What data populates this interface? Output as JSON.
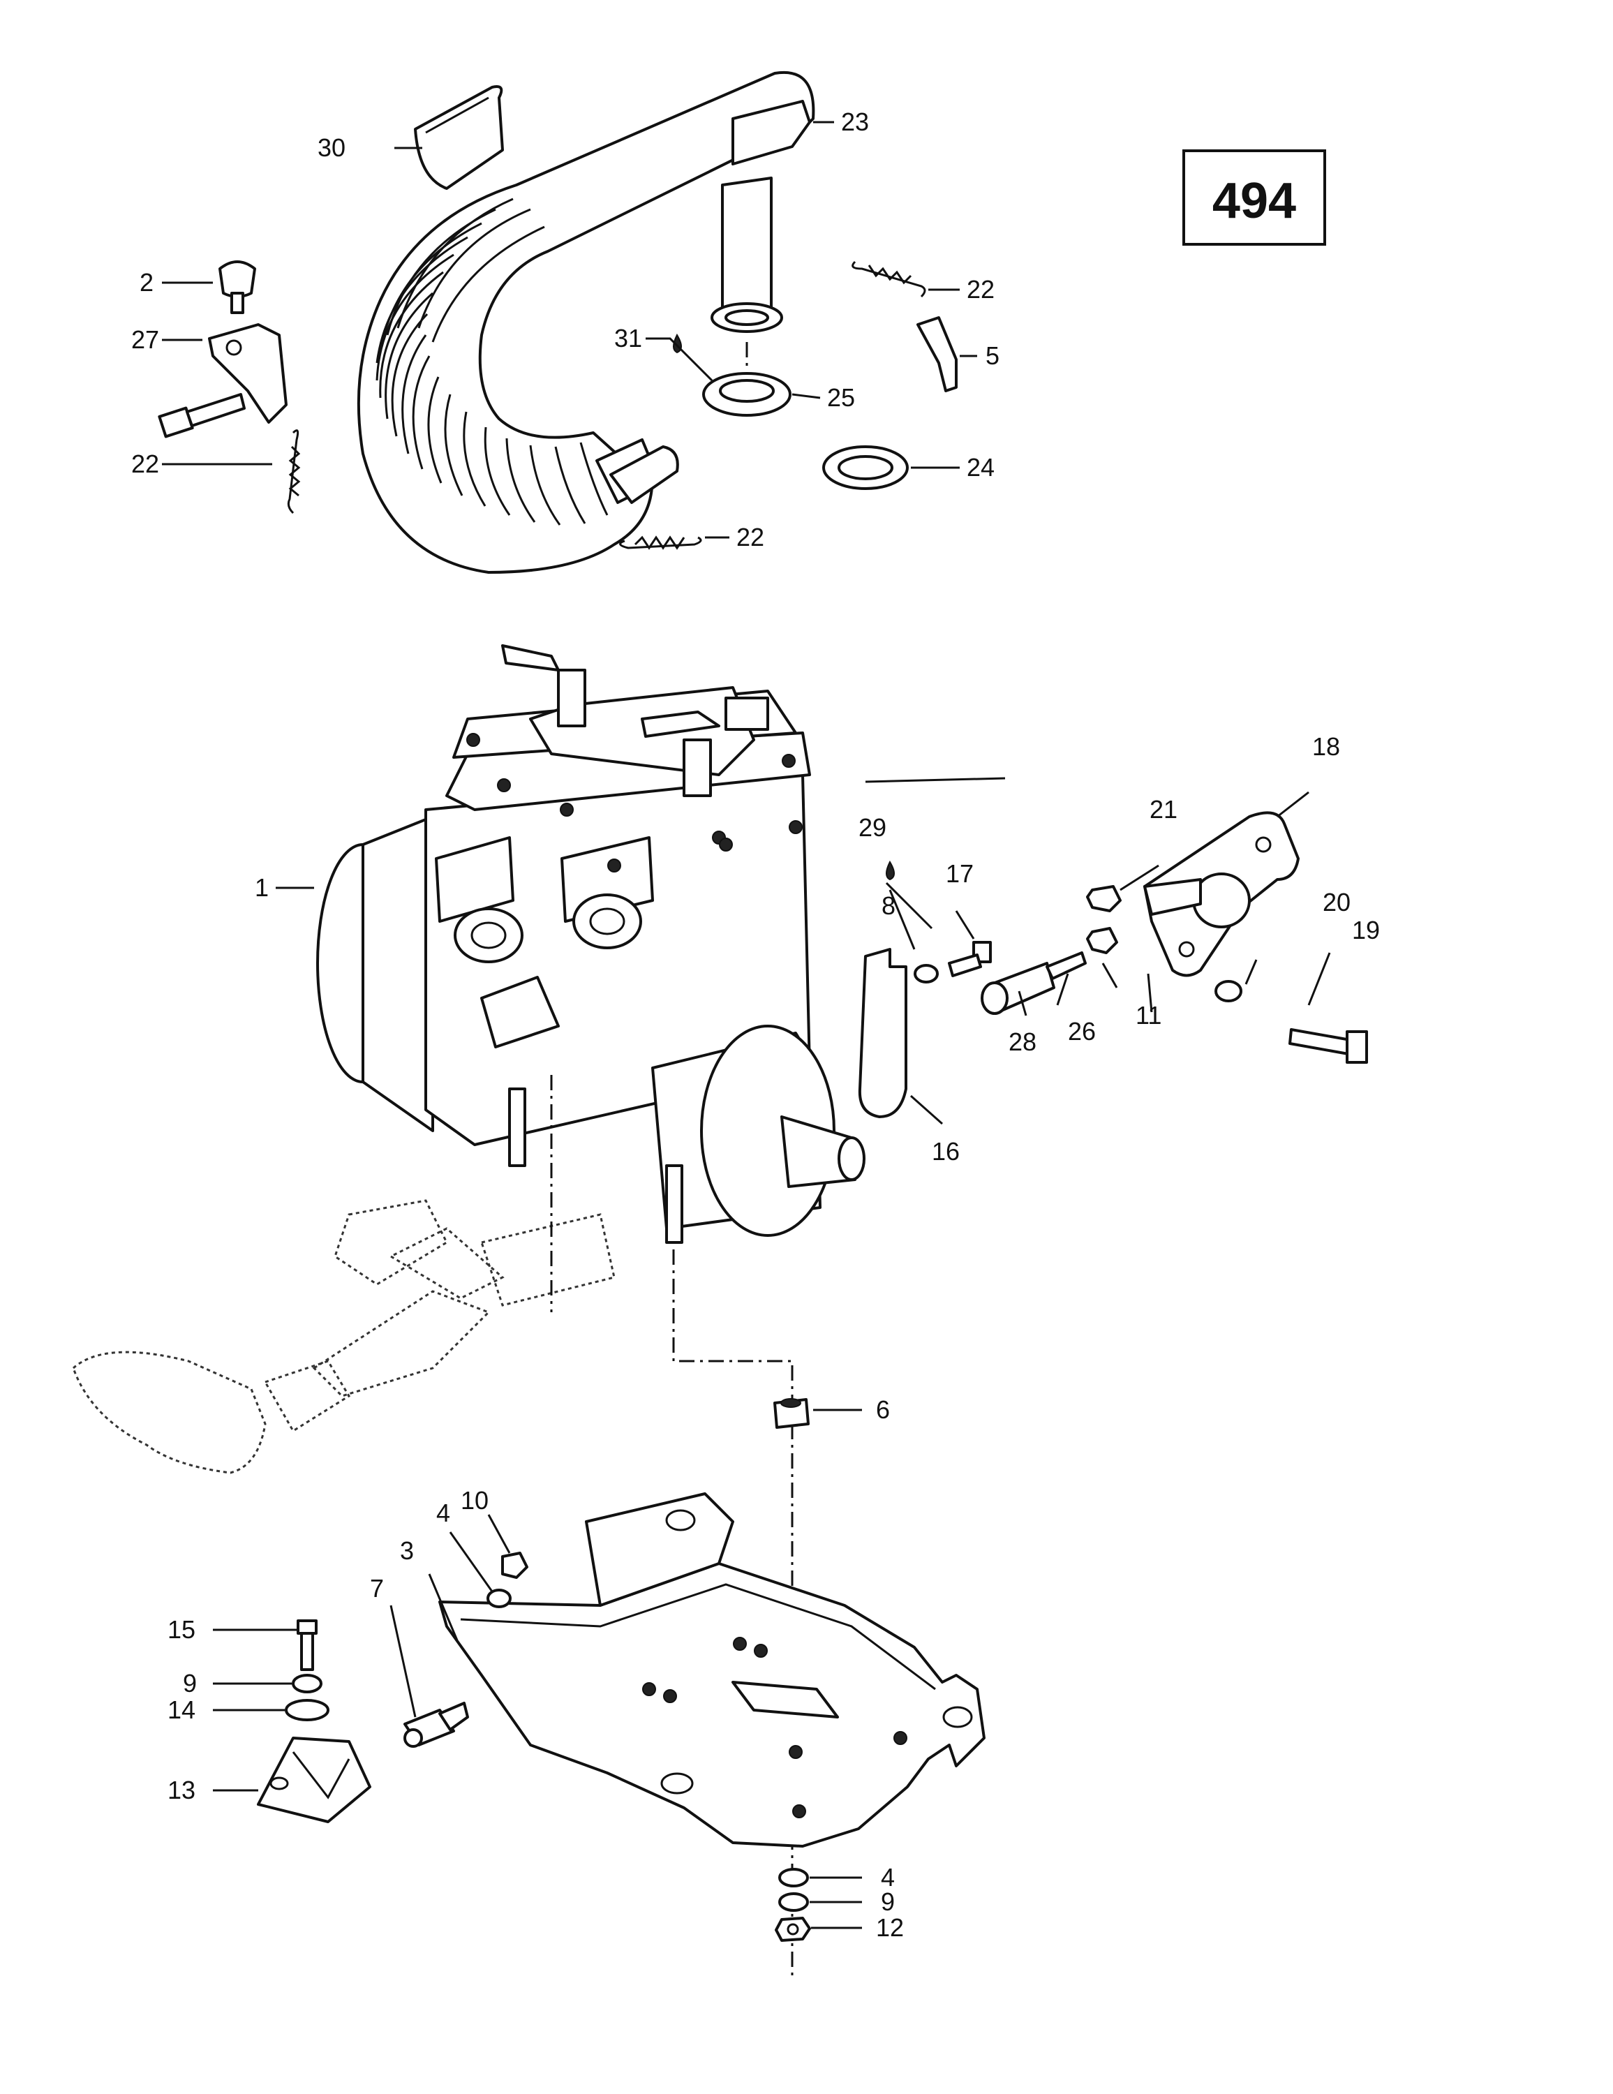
{
  "page": {
    "reference_number": "494",
    "labels": {
      "l1": "1",
      "l2": "2",
      "l3": "3",
      "l4a": "4",
      "l4b": "4",
      "l5": "5",
      "l6": "6",
      "l7": "7",
      "l8": "8",
      "l9a": "9",
      "l9b": "9",
      "l10": "10",
      "l11": "11",
      "l12": "12",
      "l13": "13",
      "l14": "14",
      "l15": "15",
      "l16": "16",
      "l17": "17",
      "l18": "18",
      "l19": "19",
      "l20": "20",
      "l21": "21",
      "l22a": "22",
      "l22b": "22",
      "l22c": "22",
      "l23": "23",
      "l24": "24",
      "l25": "25",
      "l26": "26",
      "l27": "27",
      "l28": "28",
      "l29": "29",
      "l30": "30",
      "l31": "31"
    }
  }
}
